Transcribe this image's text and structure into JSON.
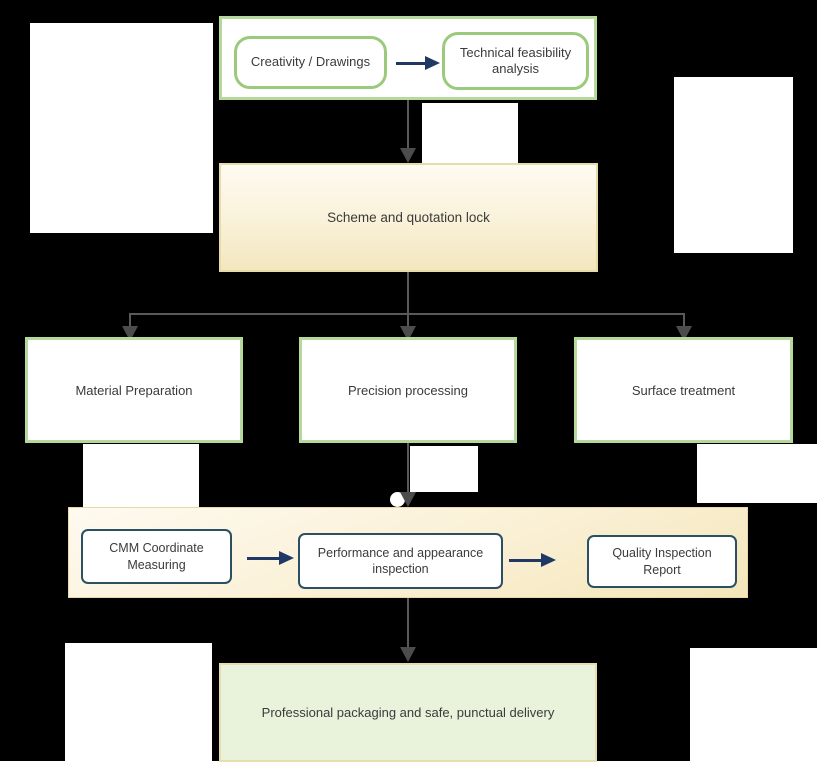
{
  "flow": {
    "concept": {
      "step1": "Creativity / Drawings",
      "step2": "Technical feasibility analysis"
    },
    "scheme": "Scheme and quotation lock",
    "branches": [
      "Material Preparation",
      "Precision processing",
      "Surface treatment"
    ],
    "inspection": [
      "CMM Coordinate Measuring",
      "Performance and appearance inspection",
      "Quality Inspection Report"
    ],
    "delivery": "Professional packaging and safe, punctual delivery",
    "colors": {
      "background": "#000000",
      "container_border_green": "#b5d89b",
      "pill_border_green": "#9cca7c",
      "cream_top": "#fefbf1",
      "cream_bottom": "#f3e7bf",
      "qc_border_dark": "#2a5062",
      "navy_arrow": "#1f3864",
      "gray_arrow": "#595959",
      "delivery_fill": "#e9f2db",
      "text": "#3b3b3b"
    }
  }
}
